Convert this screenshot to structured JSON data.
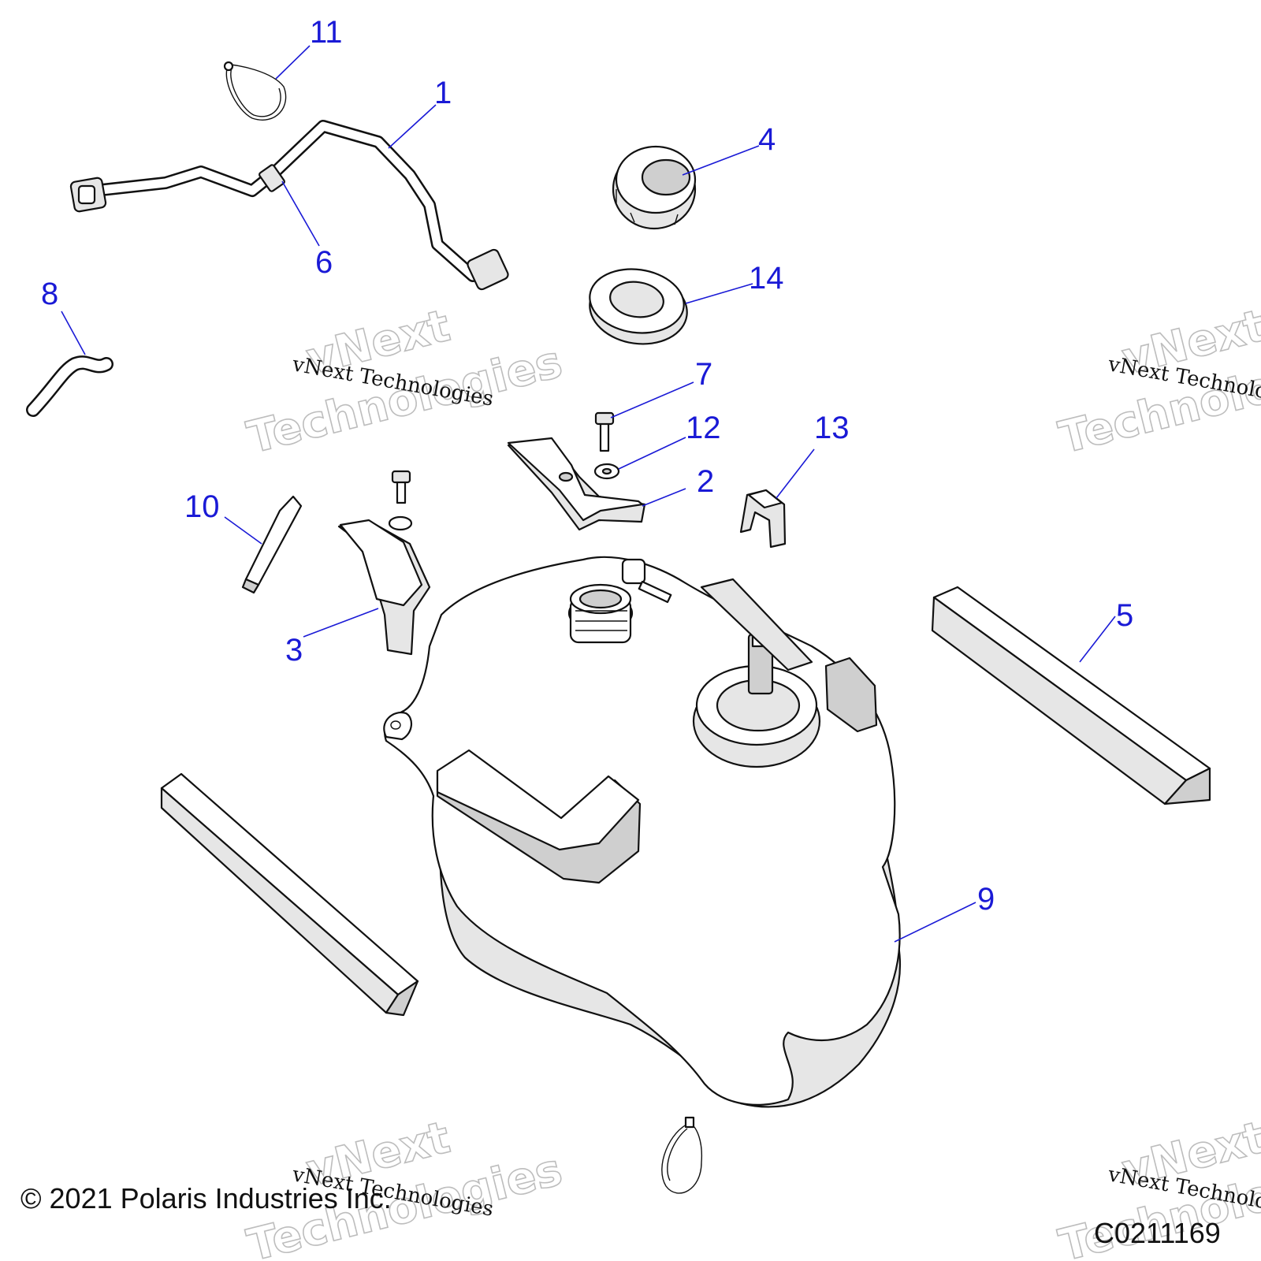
{
  "callouts": [
    "11",
    "1",
    "4",
    "6",
    "14",
    "8",
    "7",
    "12",
    "13",
    "2",
    "10",
    "5",
    "3",
    "9"
  ],
  "watermark": {
    "line": "vNext Technologies",
    "big_top": "vNext",
    "big_bottom": "Technologies"
  },
  "footer": {
    "copyright": "© 2021 Polaris Industries Inc.",
    "code": "C0211169"
  },
  "colors": {
    "callout": "#1a1ad6",
    "line": "#111111",
    "shade": "#e6e6e6"
  }
}
